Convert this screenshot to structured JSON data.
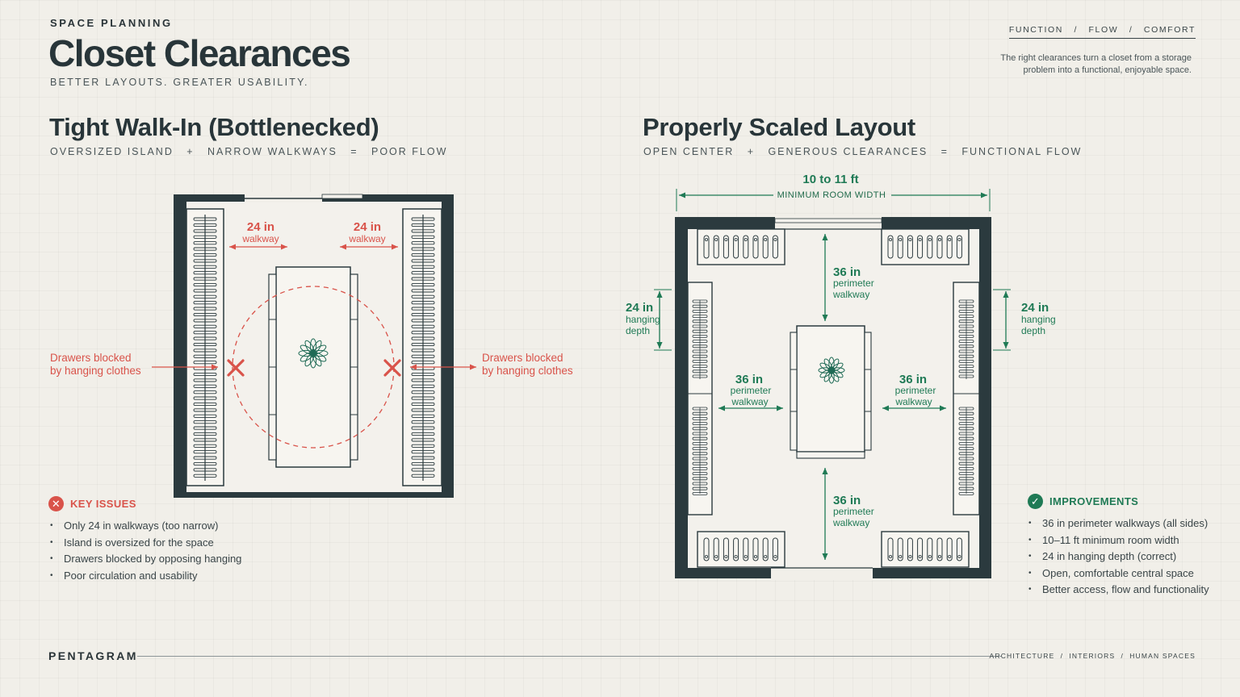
{
  "header": {
    "eyebrow": "SPACE PLANNING",
    "title": "Closet Clearances",
    "subtitle": "BETTER LAYOUTS. GREATER USABILITY.",
    "nav": [
      "FUNCTION",
      "FLOW",
      "COMFORT"
    ],
    "note": "The right clearances turn a closet from a storage problem into a functional, enjoyable space."
  },
  "left": {
    "title": "Tight Walk-In (Bottlenecked)",
    "subtitle": [
      "OVERSIZED ISLAND",
      "+",
      "NARROW WALKWAYS",
      "=",
      "POOR FLOW"
    ],
    "dims": {
      "walkway_left": {
        "value": "24 in",
        "label": "walkway"
      },
      "walkway_right": {
        "value": "24 in",
        "label": "walkway"
      }
    },
    "callout_left": [
      "Drawers blocked",
      "by hanging clothes"
    ],
    "callout_right": [
      "Drawers blocked",
      "by hanging clothes"
    ],
    "issues": {
      "heading": "KEY ISSUES",
      "icon": "x-circle-icon",
      "items": [
        "Only 24 in walkways (too narrow)",
        "Island is oversized for the space",
        "Drawers blocked by opposing hanging",
        "Poor circulation and usability"
      ]
    }
  },
  "right": {
    "title": "Properly Scaled Layout",
    "subtitle": [
      "OPEN CENTER",
      "+",
      "GENEROUS CLEARANCES",
      "=",
      "FUNCTIONAL FLOW"
    ],
    "width_dim": {
      "value": "10 to 11 ft",
      "label": "MINIMUM ROOM WIDTH"
    },
    "dims": {
      "top": {
        "value": "36 in",
        "line1": "perimeter",
        "line2": "walkway"
      },
      "left": {
        "value": "36 in",
        "line1": "perimeter",
        "line2": "walkway"
      },
      "right": {
        "value": "36 in",
        "line1": "perimeter",
        "line2": "walkway"
      },
      "bottom": {
        "value": "36 in",
        "line1": "perimeter",
        "line2": "walkway"
      },
      "hang_left": {
        "value": "24 in",
        "line1": "hanging",
        "line2": "depth"
      },
      "hang_right": {
        "value": "24 in",
        "line1": "hanging",
        "line2": "depth"
      }
    },
    "improvements": {
      "heading": "IMPROVEMENTS",
      "icon": "check-circle-icon",
      "items": [
        "36 in perimeter walkways (all sides)",
        "10–11 ft minimum room width",
        "24 in hanging depth (correct)",
        "Open, comfortable central space",
        "Better access, flow and functionality"
      ]
    }
  },
  "footer": {
    "brand": "PENTAGRAM",
    "nav": [
      "ARCHITECTURE",
      "INTERIORS",
      "HUMAN SPACES"
    ]
  },
  "colors": {
    "ink": "#283539",
    "wall": "#2b3a3e",
    "red": "#d9534a",
    "green": "#1f7a55",
    "paper": "#f1efe9"
  }
}
